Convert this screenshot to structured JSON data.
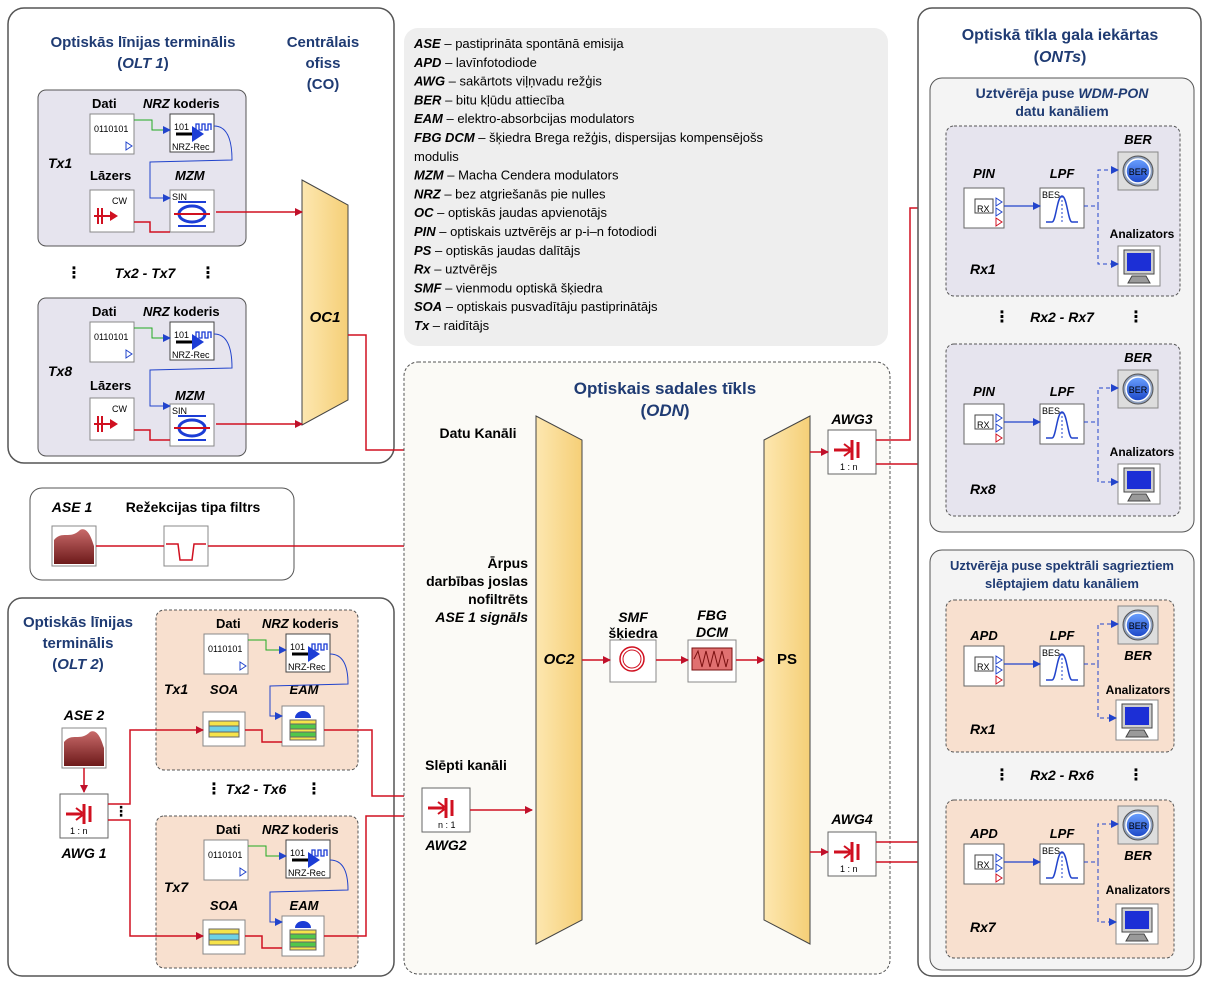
{
  "colors": {
    "signal_line": "#e8202a",
    "panel_border": "#555555",
    "combiner_fill": "#fce2a0",
    "title_blue": "#1f3b73",
    "legend_bg": "#eeeeee"
  },
  "co": {
    "olt1_title_1": "Optiskās līnijas terminālis",
    "olt1_title_2_prefix": "(",
    "olt1_title_2_name": "OLT 1",
    "olt1_title_2_suffix": ")",
    "co_title_1": "Centrālais",
    "co_title_2": "ofiss",
    "co_title_3": "(CO)",
    "tx1_label": "Tx1",
    "tx8_label": "Tx8",
    "dots_label": "Tx2 - Tx7",
    "dati": "Dati",
    "nrz_prefix": "NRZ",
    "nrz_suffix": " koderis",
    "lazers": "Lāzers",
    "mzm": "MZM",
    "bits": "0110101",
    "nrz_block_top": "101",
    "nrz_block_bottom": "NRZ-Rec",
    "cw": "CW",
    "mzm_sin": "SIN",
    "oc1": "OC1",
    "ase1": "ASE 1",
    "notch": "Režekcijas tipa filtrs"
  },
  "olt2": {
    "title_1": "Optiskās līnijas",
    "title_2": "terminālis",
    "title_3_prefix": "(",
    "title_3_name": "OLT 2",
    "title_3_suffix": ")",
    "ase2": "ASE 2",
    "awg1": "AWG 1",
    "awg1_ratio": "1 : n",
    "tx1_label": "Tx1",
    "tx7_label": "Tx7",
    "dots_label": "Tx2 - Tx6",
    "dati": "Dati",
    "nrz_prefix": "NRZ",
    "nrz_suffix": " koderis",
    "soa": "SOA",
    "eam": "EAM",
    "bits": "0110101",
    "nrz_block_top": "101",
    "nrz_block_bottom": "NRZ-Rec"
  },
  "legend": [
    {
      "abbr": "ASE",
      "text": " – pastiprināta spontānā emisija"
    },
    {
      "abbr": "APD",
      "text": " – lavīnfotodiode"
    },
    {
      "abbr": "AWG",
      "text": " – sakārtots viļņvadu režģis"
    },
    {
      "abbr": "BER",
      "text": " – bitu kļūdu attiecība"
    },
    {
      "abbr": "EAM",
      "text": " – elektro-absorbcijas modulators"
    },
    {
      "abbr": "FBG DCM",
      "text": " – šķiedra Brega režģis, dispersijas kompensējošs"
    },
    {
      "abbr": "",
      "text": "modulis"
    },
    {
      "abbr": "MZM",
      "text": " – Macha Cendera modulators"
    },
    {
      "abbr": "NRZ",
      "text": " – bez atgriešanās pie nulles"
    },
    {
      "abbr": "OC",
      "text": " – optiskās jaudas apvienotājs"
    },
    {
      "abbr": "PIN",
      "text": " – optiskais uztvērējs ar p-i–n fotodiodi"
    },
    {
      "abbr": "PS",
      "text": " – optiskās jaudas dalītājs"
    },
    {
      "abbr": "Rx",
      "text": " – uztvērējs"
    },
    {
      "abbr": "SMF",
      "text": " – vienmodu optiskā šķiedra"
    },
    {
      "abbr": "SOA",
      "text": " – optiskais pusvadītāju pastiprinātājs"
    },
    {
      "abbr": "Tx",
      "text": " – raidītājs"
    }
  ],
  "odn": {
    "title_1": "Optiskais sadales tīkls",
    "title_2_prefix": "(",
    "title_2_name": "ODN",
    "title_2_suffix": ")",
    "data_channels": "Datu Kanāli",
    "oob_1": "Ārpus",
    "oob_2": "darbības joslas",
    "oob_3": "nofiltrēts",
    "oob_4": "ASE 1 signāls",
    "hidden_channels": "Slēpti kanāli",
    "awg2": "AWG2",
    "awg2_ratio": "n : 1",
    "oc2": "OC2",
    "smf_1": "SMF",
    "smf_2": "šķiedra",
    "fbg_1": "FBG",
    "fbg_2": "DCM",
    "ps": "PS",
    "awg3": "AWG3",
    "awg4": "AWG4",
    "awg_ratio": "1 : n"
  },
  "onts": {
    "title_1": "Optiskā tīkla gala iekārtas",
    "title_2_prefix": "(",
    "title_2_name": "ONTs",
    "title_2_suffix": ")",
    "wdm_title_1_prefix": "Uztvērēja puse ",
    "wdm_title_1_name": "WDM-PON",
    "wdm_title_2": "datu kanāliem",
    "hidden_title_1": "Uztvērēja puse spektrāli sagrieztiem",
    "hidden_title_2": "slēptajiem datu kanāliem",
    "pin": "PIN",
    "apd": "APD",
    "lpf": "LPF",
    "ber": "BER",
    "analyzer": "Analizators",
    "rx_block": "RX",
    "bes": "BES",
    "rx1": "Rx1",
    "rx8": "Rx8",
    "rx7": "Rx7",
    "dots_top": "Rx2 - Rx7",
    "dots_bottom": "Rx2 - Rx6"
  }
}
